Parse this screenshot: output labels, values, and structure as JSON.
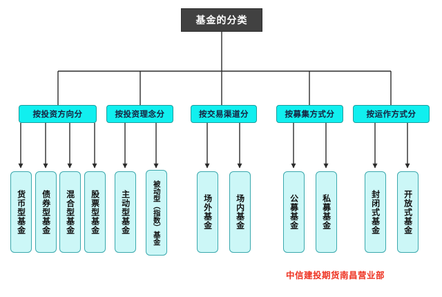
{
  "diagram": {
    "root": {
      "label": "基金的分类"
    },
    "categories": [
      {
        "label": "按投资方向分",
        "leaves": [
          {
            "label": "货币型基金"
          },
          {
            "label": "债券型基金"
          },
          {
            "label": "混合型基金"
          },
          {
            "label": "股票型基金"
          }
        ]
      },
      {
        "label": "按投资理念分",
        "leaves": [
          {
            "label": "主动型基金"
          },
          {
            "label": "被动型（指数）基金"
          }
        ]
      },
      {
        "label": "按交易渠道分",
        "leaves": [
          {
            "label": "场外基金"
          },
          {
            "label": "场内基金"
          }
        ]
      },
      {
        "label": "按募集方式分",
        "leaves": [
          {
            "label": "公募基金"
          },
          {
            "label": "私募基金"
          }
        ]
      },
      {
        "label": "按运作方式分",
        "leaves": [
          {
            "label": "封闭式基金"
          },
          {
            "label": "开放式基金"
          }
        ]
      }
    ],
    "footer_note": "中信建投期货南昌营业部",
    "colors": {
      "background": "#ffffff",
      "root_fill": "#414141",
      "root_text": "#ffffff",
      "category_fill": "#11efef",
      "category_border": "#1b9c9c",
      "category_text": "#16213f",
      "leaf_fill": "#ccf7f7",
      "leaf_border": "#3aa8ad",
      "leaf_text": "#111111",
      "connector": "#2b2b2b",
      "footer_text": "#ee3322"
    }
  }
}
